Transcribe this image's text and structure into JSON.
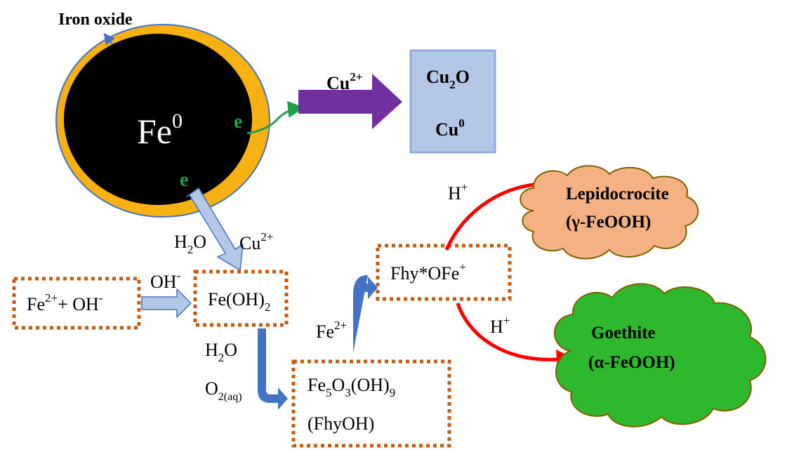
{
  "labels": {
    "iron_oxide": "Iron oxide",
    "core_main": "Fe",
    "core_sup": "0",
    "electron": "e",
    "cu_ion_main": "Cu",
    "cu_ion_sup": "2+",
    "cu2o_main": "Cu",
    "cu2o_sub": "2",
    "cu2o_tail": "O",
    "cu0_main": "Cu",
    "cu0_sup": "0",
    "h2o_h": "H",
    "h2o_sub": "2",
    "h2o_o": "O",
    "cu2_main": "Cu",
    "cu2_sup": "2+",
    "oh_main": "OH",
    "oh_sup": "-",
    "fe_oh_main": "Fe",
    "fe_oh_sup": "2+",
    "fe_oh_plus": "+ OH",
    "fe_oh_sup2": "-",
    "feoh2_main": "Fe(OH)",
    "feoh2_sub": "2",
    "h2o2_h": "H",
    "h2o2_sub": "2",
    "h2o2_o": "O",
    "o2_main": "O",
    "o2_sub": "2(aq)",
    "fhyoh_l1_a": "Fe",
    "fhyoh_l1_s1": "5",
    "fhyoh_l1_b": "O",
    "fhyoh_l1_s2": "3",
    "fhyoh_l1_c": "(OH)",
    "fhyoh_l1_s3": "9",
    "fhyoh_l2": "(FhyOH)",
    "fe2_main": "Fe",
    "fe2_sup": "2+",
    "fhy_main": "Fhy*OFe",
    "fhy_sup": "+",
    "hplus1_main": "H",
    "hplus1_sup": "+",
    "hplus2_main": "H",
    "hplus2_sup": "+",
    "lepido_l1": "Lepidocrocite",
    "lepido_l2": "(γ-FeOOH)",
    "goethite_l1": "Goethite",
    "goethite_l2": "(α-FeOOH)"
  },
  "colors": {
    "shell": "#f7b112",
    "core": "#000000",
    "electron": "#1fa04a",
    "purple_arrow": "#7030a0",
    "cu_box_fill": "#b4c7e7",
    "cu_box_stroke": "#8faadc",
    "dotted_border": "#c55a11",
    "light_arrow_fill": "#b4c7e7",
    "light_arrow_stroke": "#4472c4",
    "blue_arrow": "#4472c4",
    "red_arrow": "#ff0000",
    "lepido_fill": "#f4b183",
    "goethite_fill": "#2eb82e",
    "cloud_stroke": "#7f6000"
  }
}
